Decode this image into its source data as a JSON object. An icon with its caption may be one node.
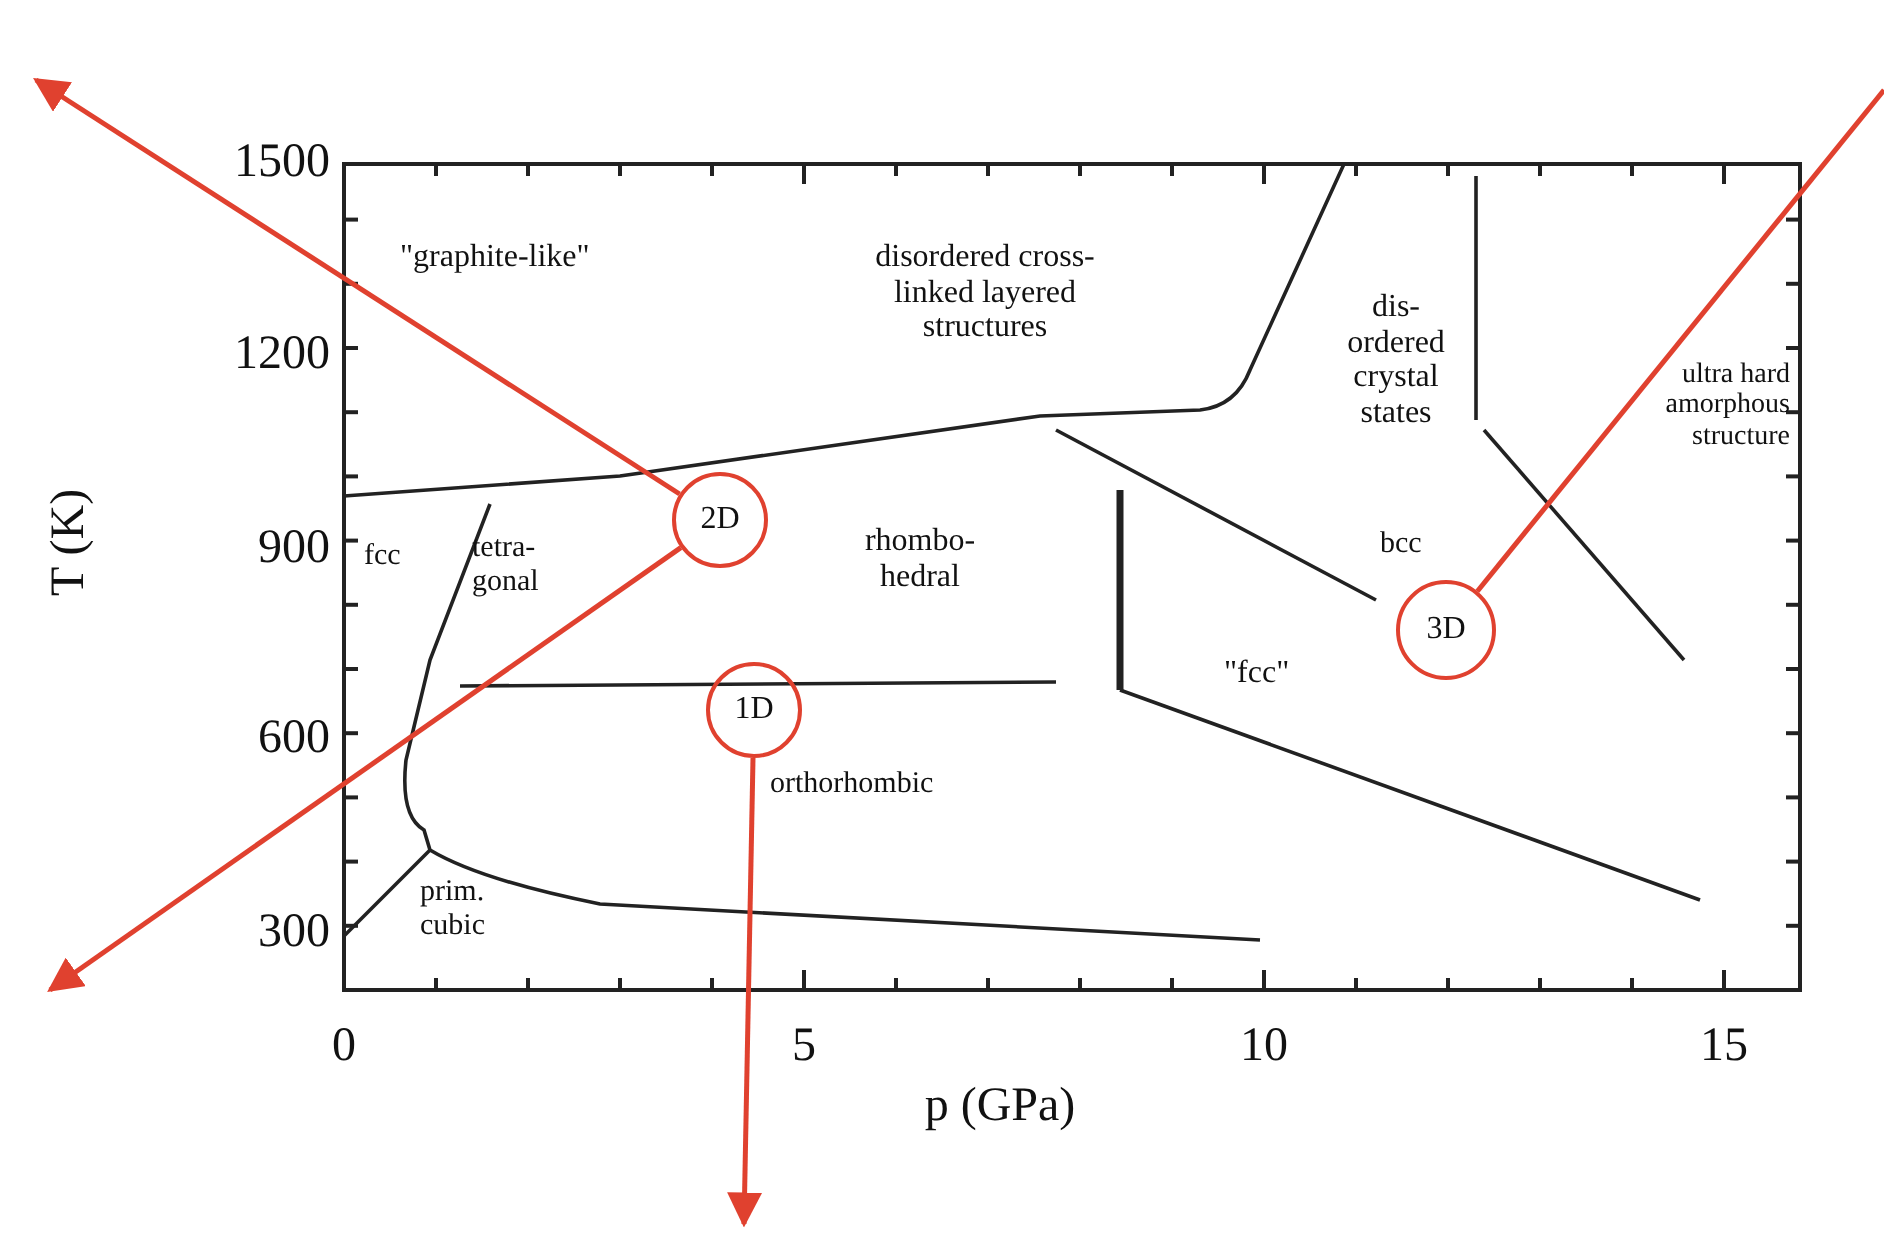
{
  "diagram": {
    "nodes": [
      {
        "text": [
          "2D"
        ]
      },
      {
        "text": [
          "1D"
        ]
      },
      {
        "text": [
          "3D"
        ]
      }
    ],
    "edges": [
      {
        "from": 0,
        "to": null,
        "arrow": "to"
      },
      {
        "from": 0,
        "to": null,
        "arrow": "to"
      },
      {
        "from": 1,
        "to": null,
        "arrow": "to"
      },
      {
        "from": 2,
        "to": null,
        "arrow": "none"
      }
    ],
    "labels": [
      "1500",
      "\"graphite-like\"",
      "disordered cross- linked layered structures",
      "dis- ordered crystal states",
      "ultra hard amorphous structure",
      "1200",
      "T (K)",
      "900",
      "fcc",
      "tetra- gonal",
      "rhombo- hedral",
      "bcc",
      "\"fcc\"",
      "600",
      "orthorhombic",
      "300",
      "prim. cubic",
      "0",
      "5",
      "10",
      "15",
      "p (GPa)"
    ]
  }
}
